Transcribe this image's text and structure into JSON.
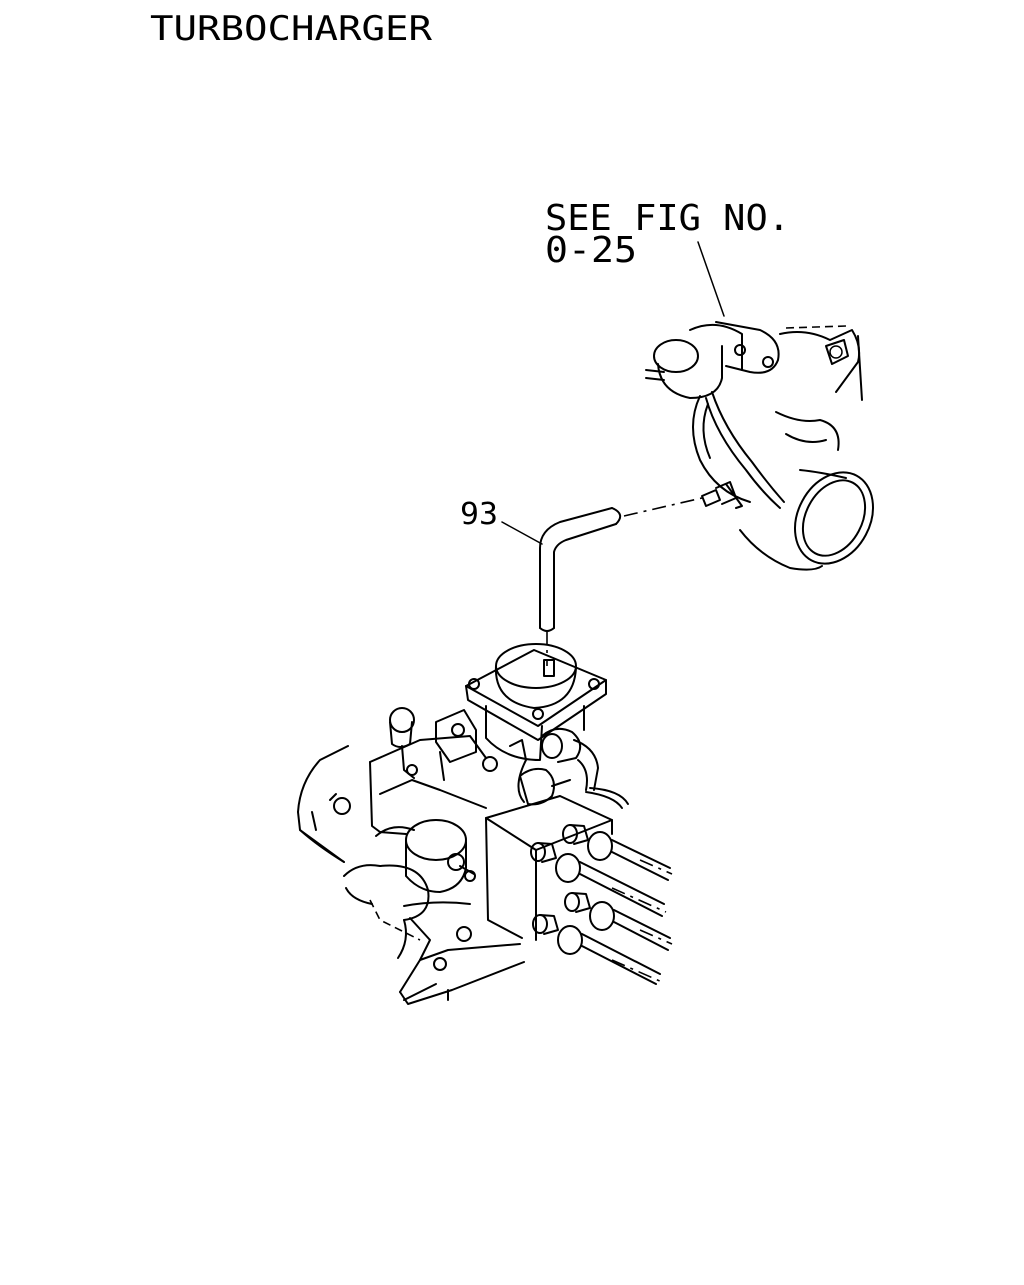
{
  "page": {
    "title": "TURBOCHARGER"
  },
  "reference": {
    "line1": "SEE FIG NO.",
    "line2": "0-25"
  },
  "callouts": [
    {
      "label": "93"
    }
  ],
  "colors": {
    "ink": "#000000",
    "paper": "#ffffff"
  }
}
